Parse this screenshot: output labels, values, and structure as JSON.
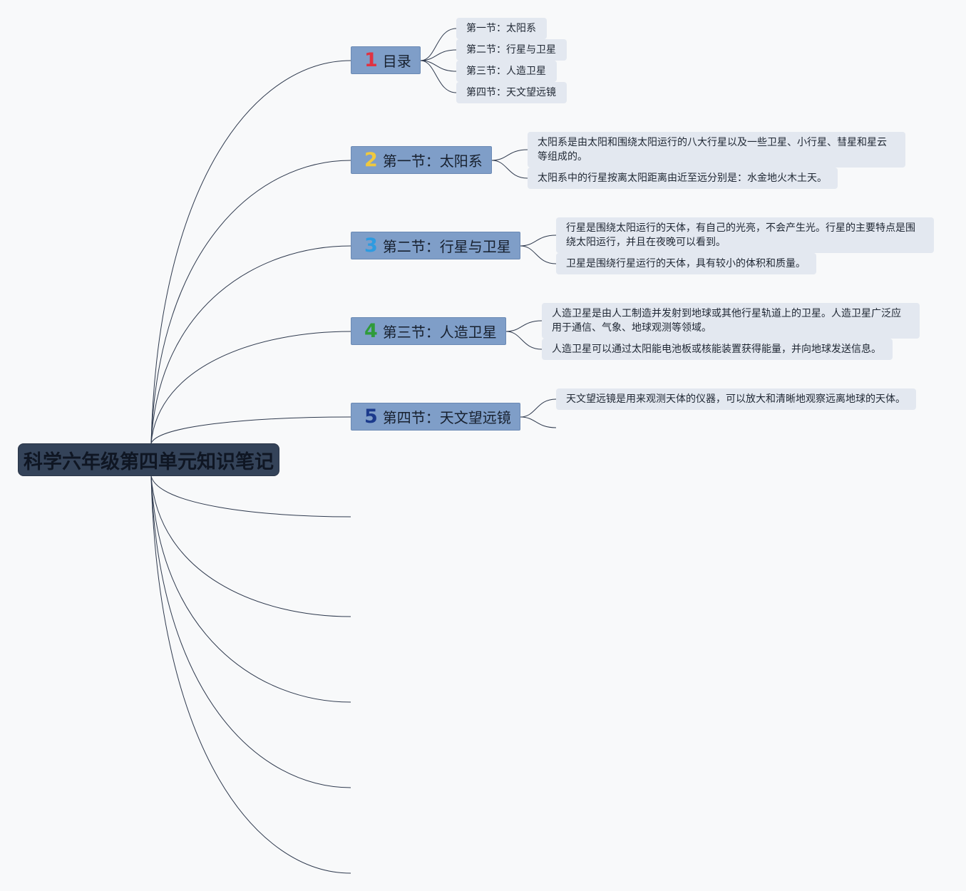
{
  "root": {
    "label": "科学六年级第四单元知识笔记"
  },
  "branches": [
    {
      "number": "1",
      "number_color": "#e03342",
      "label": "目录",
      "items": [
        "第一节：太阳系",
        "第二节：行星与卫星",
        "第三节：人造卫星",
        "第四节：天文望远镜"
      ]
    },
    {
      "number": "2",
      "number_color": "#f0c93e",
      "label": "第一节：太阳系",
      "items": [
        "太阳系是由太阳和围绕太阳运行的八大行星以及一些卫星、小行星、彗星和星云等组成的。",
        "太阳系中的行星按离太阳距离由近至远分别是：水金地火木土天。"
      ]
    },
    {
      "number": "3",
      "number_color": "#2e9be0",
      "label": "第二节：行星与卫星",
      "items": [
        "行星是围绕太阳运行的天体，有自己的光亮，不会产生光。行星的主要特点是围绕太阳运行，并且在夜晚可以看到。",
        "卫星是围绕行星运行的天体，具有较小的体积和质量。"
      ]
    },
    {
      "number": "4",
      "number_color": "#2f9b3a",
      "label": "第三节：人造卫星",
      "items": [
        "人造卫星是由人工制造并发射到地球或其他行星轨道上的卫星。人造卫星广泛应用于通信、气象、地球观测等领域。",
        "人造卫星可以通过太阳能电池板或核能装置获得能量，并向地球发送信息。"
      ]
    },
    {
      "number": "5",
      "number_color": "#1b3a8c",
      "label": "第四节：天文望远镜",
      "items": [
        "天文望远镜是用来观测天体的仪器，可以放大和清晰地观察远离地球的天体。"
      ]
    }
  ],
  "colors": {
    "background": "#f8f9fa",
    "root_fill": "#344359",
    "branch_fill": "#7f9ec8",
    "leaf_fill": "#e3e8f0",
    "connector": "#2f3a4e"
  }
}
